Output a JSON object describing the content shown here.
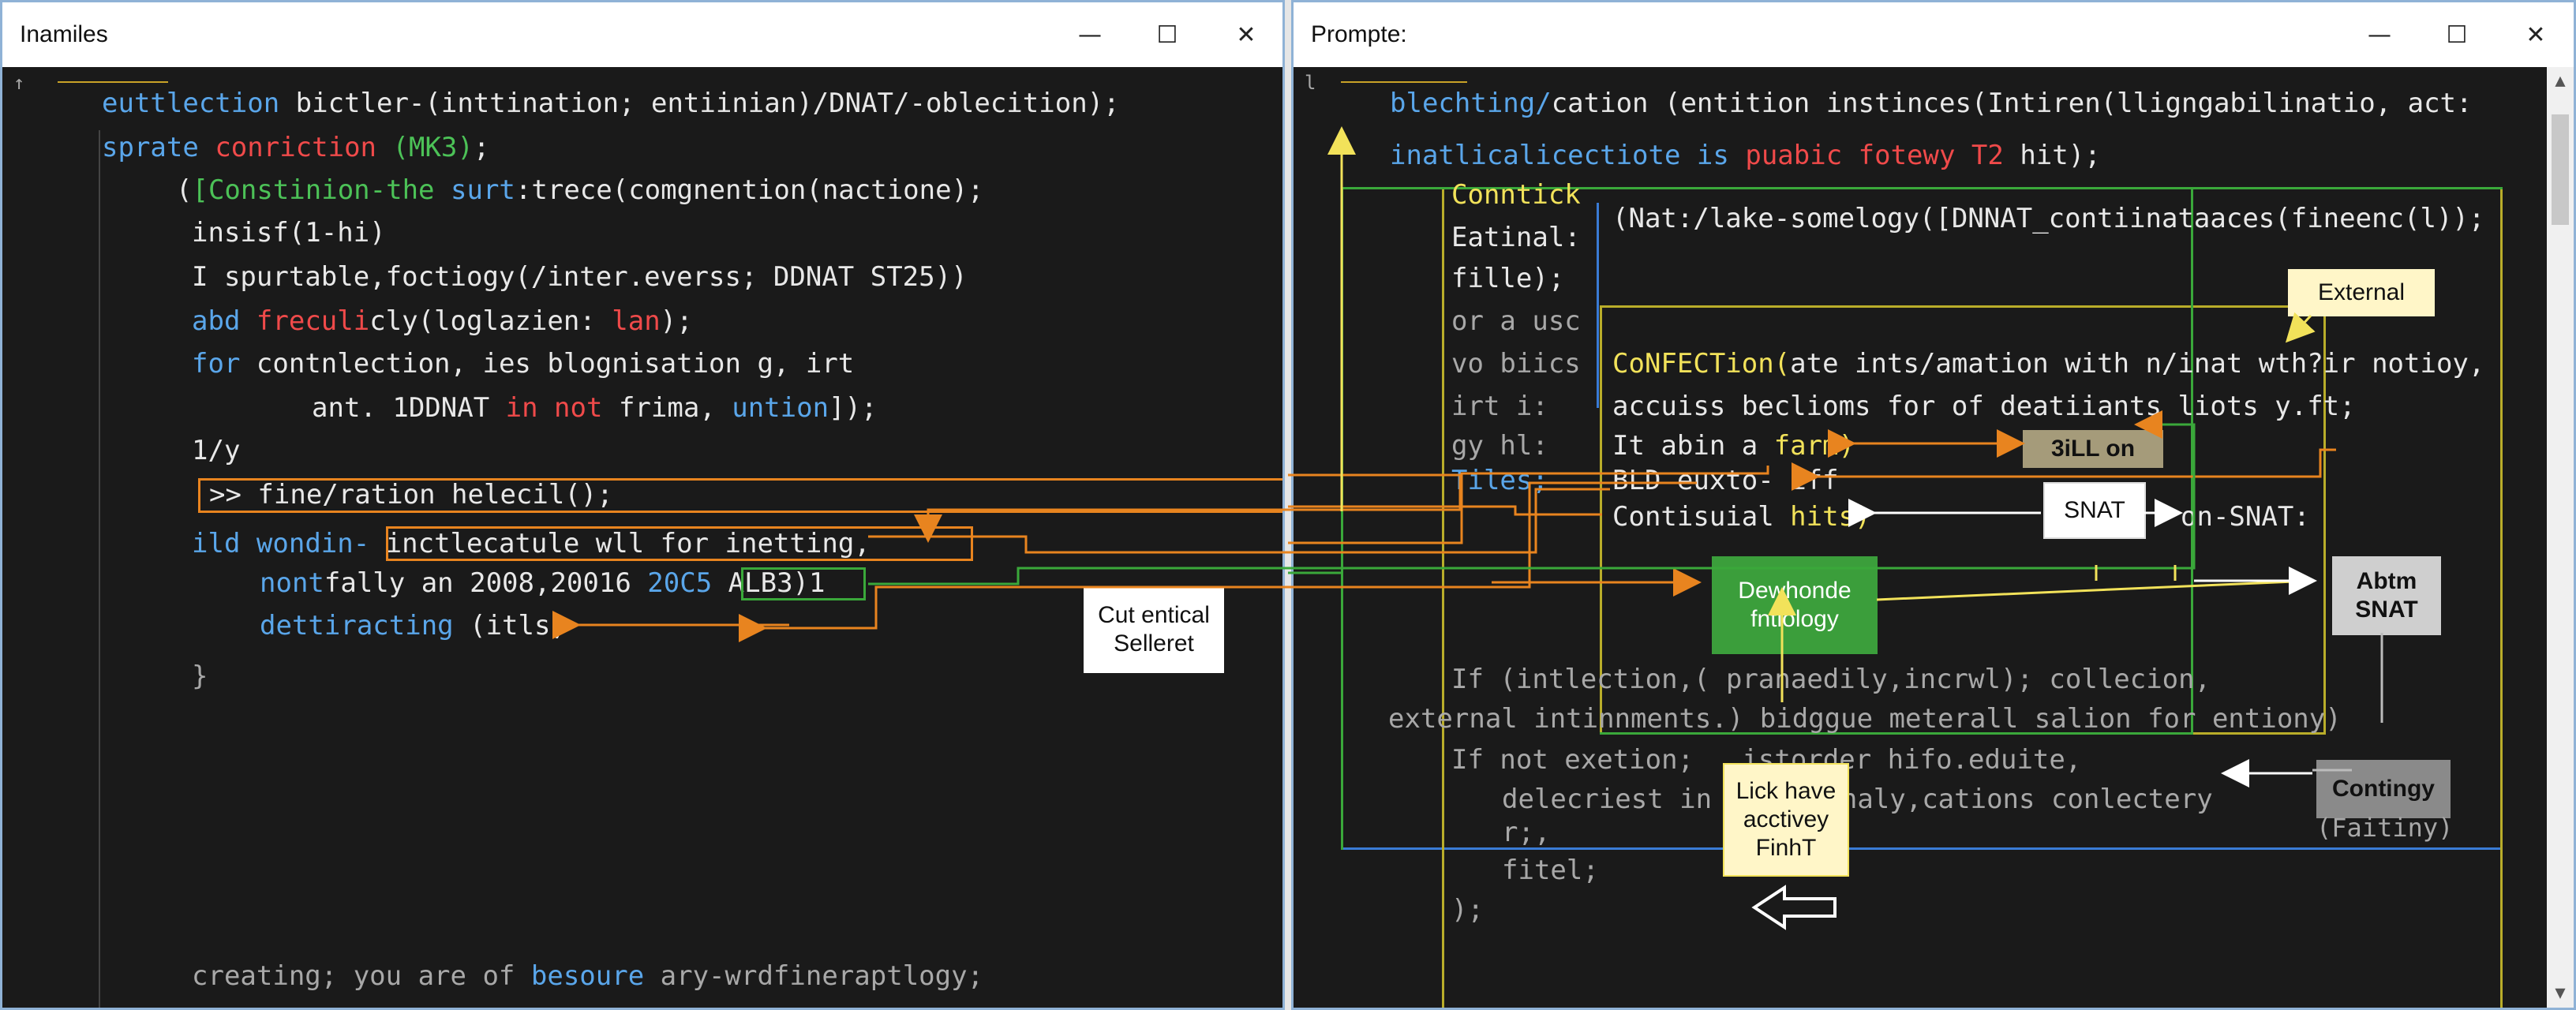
{
  "left_window": {
    "title": "Inamiles",
    "gutter_mark": "↑",
    "lines": [
      {
        "segs": [
          {
            "t": "euttlection",
            "c": "kw"
          },
          {
            "t": " bictler-(inttination; entiinian)/DNAT/-oblecition);",
            "c": ""
          }
        ]
      },
      {
        "segs": [
          {
            "t": "sprate",
            "c": "kw"
          },
          {
            "t": " ",
            "c": ""
          },
          {
            "t": "conriction",
            "c": "red"
          },
          {
            "t": " ",
            "c": ""
          },
          {
            "t": "(MK3)",
            "c": "grn"
          },
          {
            "t": ";",
            "c": ""
          }
        ]
      },
      {
        "segs": [
          {
            "t": "(",
            "c": ""
          },
          {
            "t": "[Constinion-the",
            "c": "grn"
          },
          {
            "t": " ",
            "c": ""
          },
          {
            "t": "surt",
            "c": "kw"
          },
          {
            "t": ":trece(comgnention(nactione);",
            "c": ""
          }
        ]
      },
      {
        "segs": [
          {
            "t": "insisf(1-hi)",
            "c": ""
          }
        ]
      },
      {
        "segs": [
          {
            "t": "I spurtable,foctiogy(/inter.everss; DDNAT ST25))",
            "c": ""
          }
        ]
      },
      {
        "segs": [
          {
            "t": "abd",
            "c": "kw"
          },
          {
            "t": " ",
            "c": ""
          },
          {
            "t": "freculi",
            "c": "red"
          },
          {
            "t": "cly(loglazien: ",
            "c": ""
          },
          {
            "t": "lan",
            "c": "red"
          },
          {
            "t": ");",
            "c": ""
          }
        ]
      },
      {
        "segs": [
          {
            "t": "for",
            "c": "kw"
          },
          {
            "t": " contnlection, ies blognisation g, irt",
            "c": ""
          }
        ]
      },
      {
        "segs": [
          {
            "t": "ant. 1DDNAT ",
            "c": ""
          },
          {
            "t": "in not",
            "c": "red"
          },
          {
            "t": " frima, ",
            "c": ""
          },
          {
            "t": "unt",
            "c": "kw"
          },
          {
            "t": "ion",
            "c": "kw"
          },
          {
            "t": "]);",
            "c": ""
          }
        ]
      },
      {
        "segs": [
          {
            "t": "1/y",
            "c": ""
          }
        ]
      },
      {
        "segs": [
          {
            "t": ">> fine/ration helecil();",
            "c": ""
          }
        ]
      },
      {
        "segs": [
          {
            "t": "ild",
            "c": "kw"
          },
          {
            "t": " ",
            "c": ""
          },
          {
            "t": "wondin-",
            "c": "kw"
          },
          {
            "t": " inctlecatule wll for inetting,",
            "c": ""
          }
        ]
      },
      {
        "segs": [
          {
            "t": "nont",
            "c": "kw"
          },
          {
            "t": "fally an 2008,20016 ",
            "c": ""
          },
          {
            "t": "20C5",
            "c": "kw"
          },
          {
            "t": " ALB3)1",
            "c": ""
          }
        ]
      },
      {
        "segs": [
          {
            "t": "dettiracting",
            "c": "kw"
          },
          {
            "t": " (itls;",
            "c": ""
          }
        ]
      },
      {
        "segs": [
          {
            "t": "}",
            "c": "dim"
          }
        ]
      },
      {
        "segs": [
          {
            "t": "creating; you are of ",
            "c": "dim"
          },
          {
            "t": "besoure",
            "c": "kw"
          },
          {
            "t": " ary-wrdfineraptlogy;",
            "c": "dim"
          }
        ]
      }
    ],
    "annotation": "Cut entical Selleret"
  },
  "right_window": {
    "title": "Prompte:",
    "gutter_mark": "l",
    "lines": [
      {
        "segs": [
          {
            "t": "blechting/",
            "c": "kw"
          },
          {
            "t": "cation (entition instinces(Intiren(lligngabilinatio, act:",
            "c": ""
          }
        ]
      },
      {
        "segs": [
          {
            "t": "inatlicalicectiote is ",
            "c": "kw"
          },
          {
            "t": "puabic fotewy T2",
            "c": "red"
          },
          {
            "t": " hit);",
            "c": ""
          }
        ]
      },
      {
        "segs": [
          {
            "t": "Conntick",
            "c": "yel"
          }
        ]
      },
      {
        "segs": [
          {
            "t": "(Nat:/lake-somelogy([DNNAT_contiinataaces(fineenc(l));",
            "c": ""
          }
        ]
      },
      {
        "segs": [
          {
            "t": "Eatinal:",
            "c": ""
          }
        ]
      },
      {
        "segs": [
          {
            "t": "fille);",
            "c": ""
          }
        ]
      },
      {
        "segs": [
          {
            "t": "or a usc",
            "c": "dim"
          }
        ]
      },
      {
        "segs": [
          {
            "t": "vo biics",
            "c": "dim"
          }
        ]
      },
      {
        "segs": [
          {
            "t": "CoNFECTion(",
            "c": "yel"
          },
          {
            "t": "ate ints/amation with n/inat wth?ir notioy,",
            "c": ""
          }
        ]
      },
      {
        "segs": [
          {
            "t": "irt i:",
            "c": "dim"
          }
        ]
      },
      {
        "segs": [
          {
            "t": "accuiss beclioms for of deatiiants liots y.ft;",
            "c": ""
          }
        ]
      },
      {
        "segs": [
          {
            "t": "gy hl:",
            "c": "dim"
          }
        ]
      },
      {
        "segs": [
          {
            "t": "It abin a ",
            "c": ""
          },
          {
            "t": "farm)",
            "c": "yel"
          }
        ]
      },
      {
        "segs": [
          {
            "t": "Tiles;",
            "c": "kw"
          }
        ]
      },
      {
        "segs": [
          {
            "t": "BLD euxto",
            "c": ""
          },
          {
            "t": "-",
            "c": ""
          },
          {
            "t": " iff",
            "c": ""
          }
        ]
      },
      {
        "segs": [
          {
            "t": "Contisuial ",
            "c": ""
          },
          {
            "t": "hits)",
            "c": "yel"
          }
        ]
      },
      {
        "segs": [
          {
            "t": "on-SNAT:",
            "c": ""
          }
        ]
      },
      {
        "segs": [
          {
            "t": "If (intlection,( pranaedily,incrwl); collecion,",
            "c": "dim"
          }
        ]
      },
      {
        "segs": [
          {
            "t": "external intinnments.) bidggue meterall salion for entiony)",
            "c": "dim"
          }
        ]
      },
      {
        "segs": [
          {
            "t": "If not exetion;   istorder hifo.eduite,",
            "c": "dim"
          }
        ]
      },
      {
        "segs": [
          {
            "t": "delecriest in   sitienaly,cations conlectery",
            "c": "dim"
          }
        ]
      },
      {
        "segs": [
          {
            "t": "r;,",
            "c": "dim"
          }
        ]
      },
      {
        "segs": [
          {
            "t": "fitel;",
            "c": "dim"
          }
        ]
      },
      {
        "segs": [
          {
            "t": ");",
            "c": "dim"
          }
        ]
      }
    ],
    "annotations": {
      "external": "External",
      "bill_on": "3iLL on",
      "snat": "SNAT",
      "dewhonde": "Dewhonde fntiology",
      "abtm_snat": "Abtm SNAT",
      "contingy": "Contingy",
      "faitiny": "(Faitiny)",
      "lick_have": "Lick have acctivey FinhT"
    }
  },
  "window_controls": {
    "minimize": "—",
    "maximize": "☐",
    "close": "✕"
  },
  "colors": {
    "orange": "#e8841f",
    "yellow": "#f2e25a",
    "green": "#3aa83a",
    "blue": "#3a7bd5",
    "keyword": "#5aa6ea",
    "red": "#f04a4a"
  }
}
